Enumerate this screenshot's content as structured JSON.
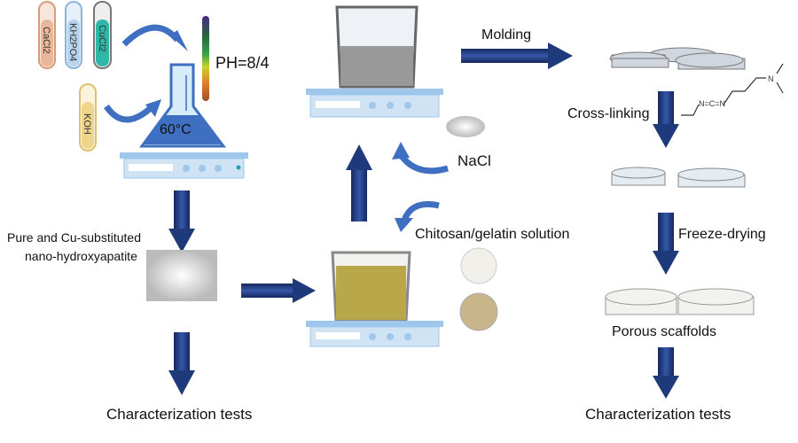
{
  "reagents": {
    "cacl2": "CaCl2",
    "kh2po4": "KH2PO4",
    "cucl2": "CuCl2",
    "koh": "KOH"
  },
  "ph_label": "PH=8/4",
  "temperature": "60°C",
  "hap_label_line1": "Pure and Cu-substituted",
  "hap_label_line2": "nano-hydroxyapatite",
  "char_tests_left": "Characterization tests",
  "nacl_label": "NaCl",
  "solution_label": "Chitosan/gelatin solution",
  "molding_label": "Molding",
  "crosslinking_label": "Cross-linking",
  "freeze_label": "Freeze-drying",
  "scaffolds_label": "Porous scaffolds",
  "char_tests_right": "Characterization tests",
  "colors": {
    "arrow": "#1f3a7a",
    "curved_arrow": "#3f6fc0",
    "stirrer": "#9fc7ec",
    "disc": "#d0d6de"
  }
}
